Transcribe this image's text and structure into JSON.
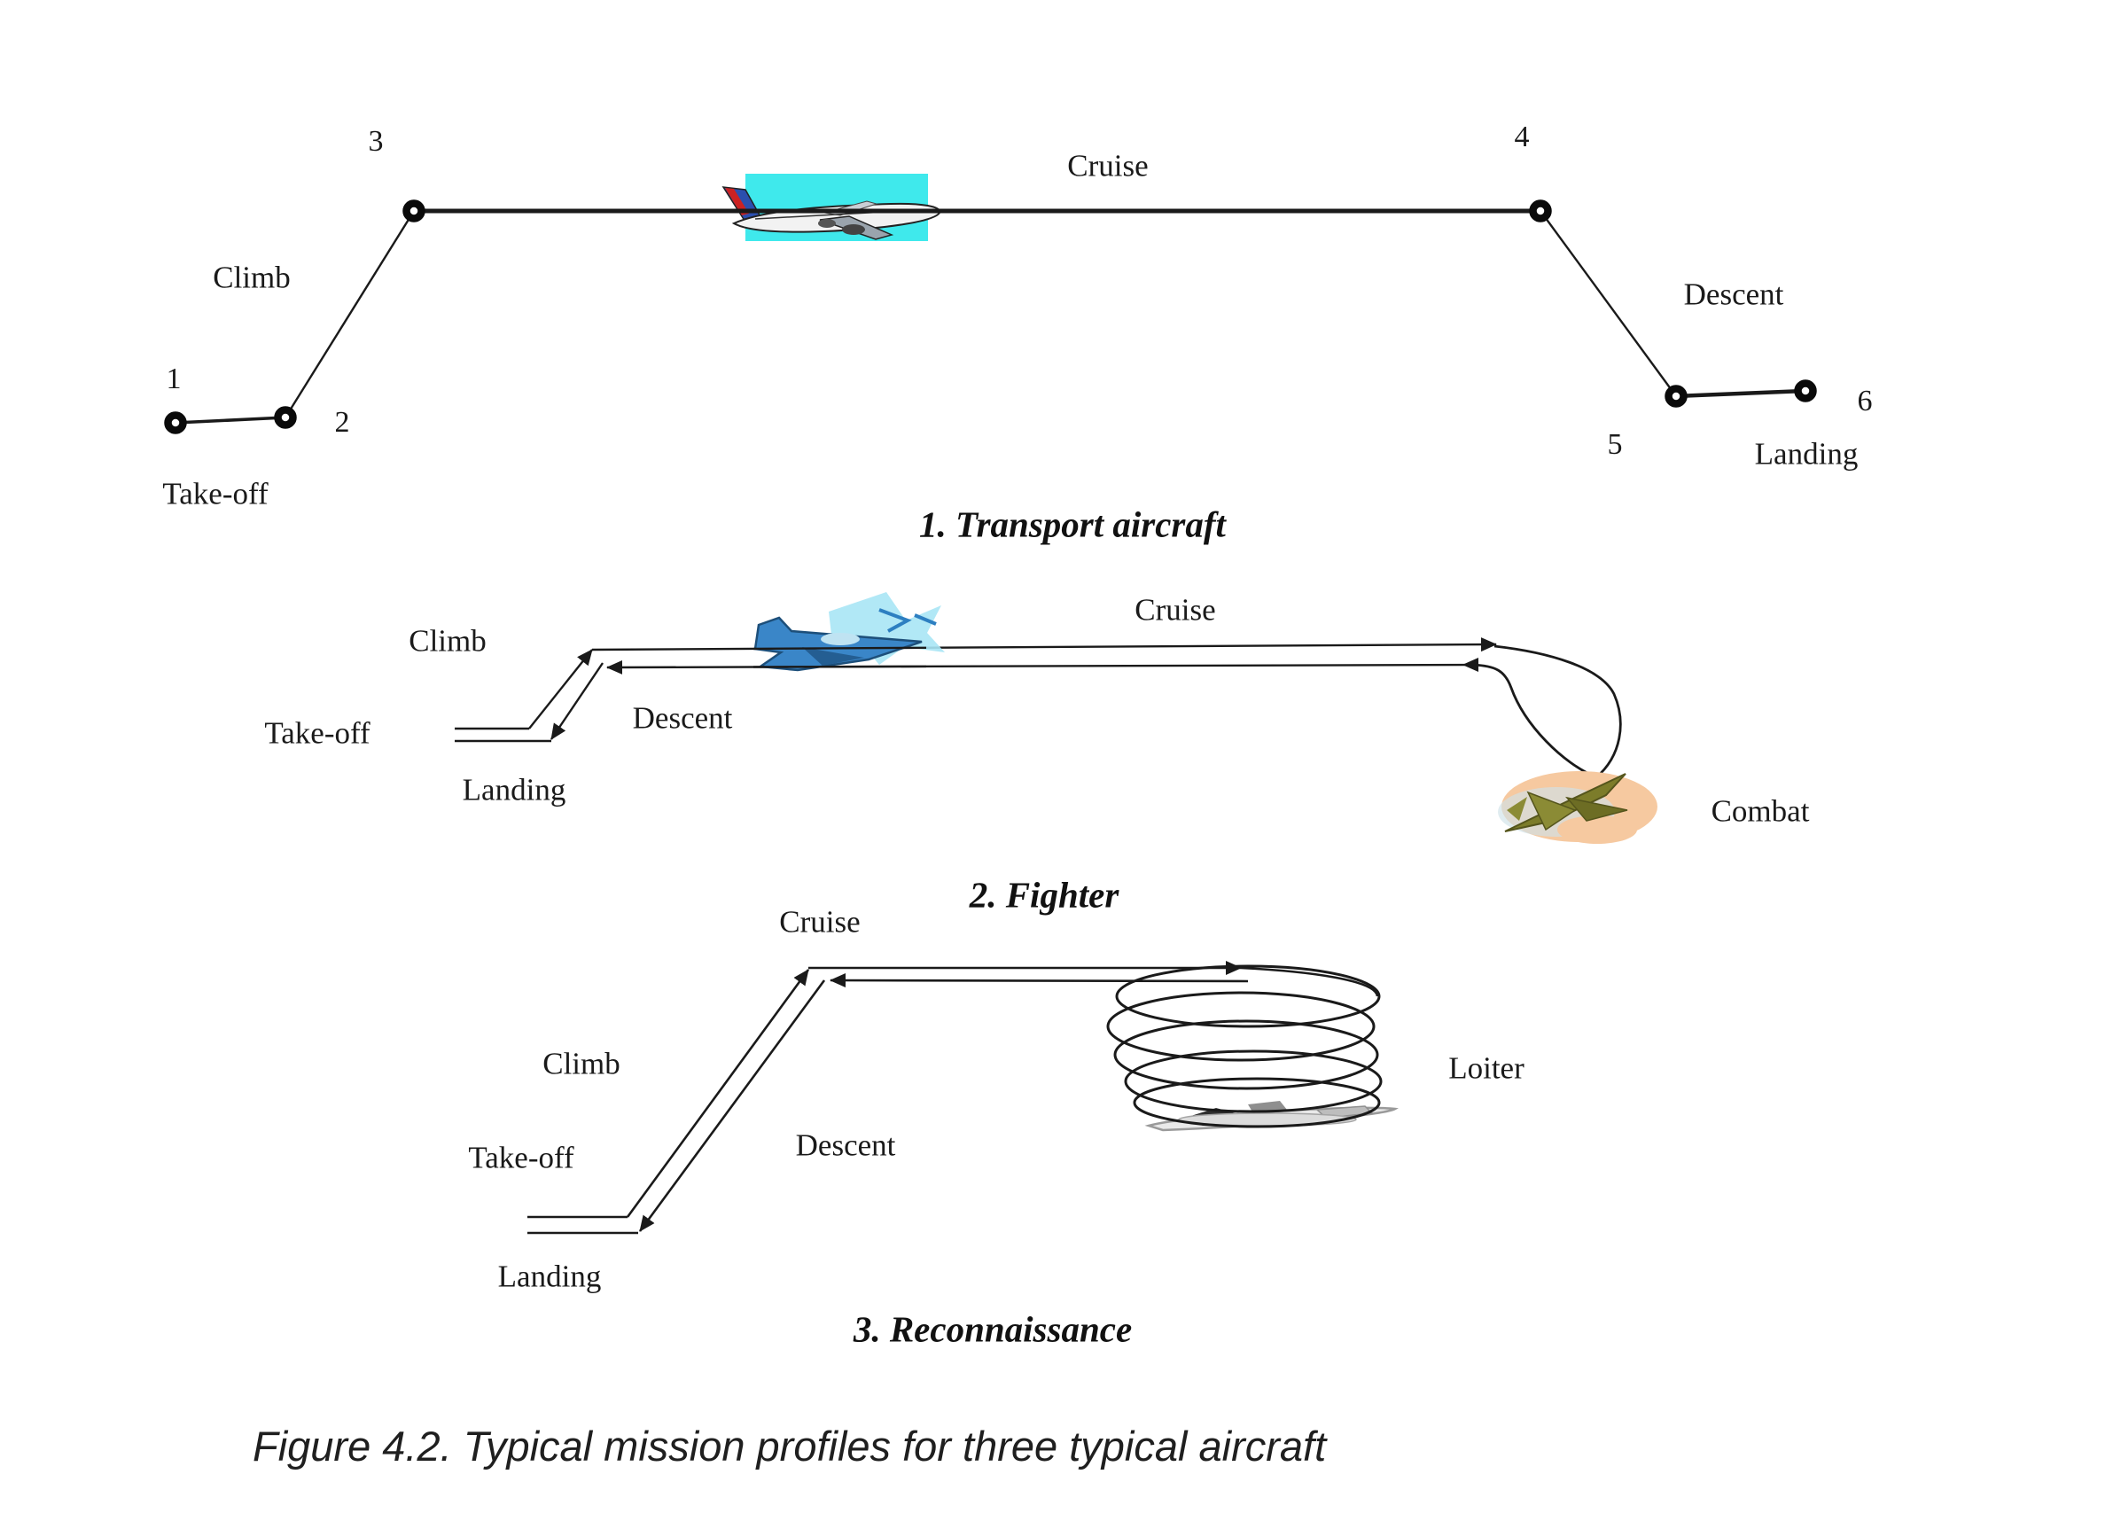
{
  "figure": {
    "caption": "Figure 4.2. Typical mission profiles for three typical aircraft"
  },
  "colors": {
    "line": "#1a1a1a",
    "text": "#1a1a1a",
    "airliner_background": "#3fe9ec",
    "fighter_blue": "#3a86c8",
    "fighter_burst": "#a8e6f5",
    "combat_olive": "#7c7c2a",
    "combat_peach": "#f6c9a0",
    "recon_gray": "#d9d9d9"
  },
  "icons": {
    "transport": "airliner-icon",
    "fighter": "fighter-jet-icon",
    "combat": "combat-jet-icon",
    "reconnaissance": "recon-aircraft-icon"
  },
  "profiles": {
    "transport": {
      "title": "1. Transport aircraft",
      "waypoints": [
        "1",
        "2",
        "3",
        "4",
        "5",
        "6"
      ],
      "labels": {
        "takeoff": "Take-off",
        "climb": "Climb",
        "cruise": "Cruise",
        "descent": "Descent",
        "landing": "Landing"
      }
    },
    "fighter": {
      "title": "2. Fighter",
      "labels": {
        "takeoff": "Take-off",
        "climb": "Climb",
        "cruise": "Cruise",
        "descent": "Descent",
        "landing": "Landing",
        "combat": "Combat"
      }
    },
    "reconnaissance": {
      "title": "3. Reconnaissance",
      "labels": {
        "takeoff": "Take-off",
        "climb": "Climb",
        "cruise": "Cruise",
        "descent": "Descent",
        "landing": "Landing",
        "loiter": "Loiter"
      }
    }
  }
}
